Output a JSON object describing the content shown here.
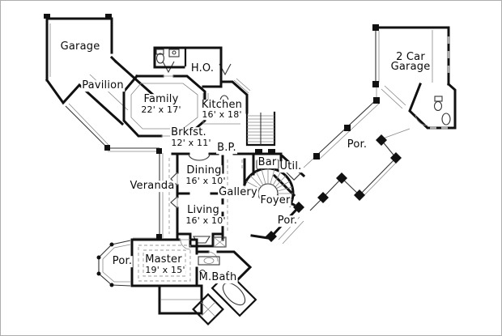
{
  "plan": {
    "background": "#ffffff",
    "line_color": "#111111",
    "rooms": [
      {
        "id": "garage",
        "label": "Garage"
      },
      {
        "id": "pavilion",
        "label": "Pavilion"
      },
      {
        "id": "family",
        "label": "Family",
        "dims": "22' x 17'"
      },
      {
        "id": "ho",
        "label": "H.O."
      },
      {
        "id": "kitchen",
        "label": "Kitchen",
        "dims": "16' x 18'"
      },
      {
        "id": "brkfst",
        "label": "Brkfst.",
        "dims": "12' x 11'"
      },
      {
        "id": "bp",
        "label": "B.P."
      },
      {
        "id": "bar",
        "label": "Bar"
      },
      {
        "id": "util",
        "label": "Util."
      },
      {
        "id": "dining",
        "label": "Dining",
        "dims": "16' x 10'"
      },
      {
        "id": "veranda",
        "label": "Veranda"
      },
      {
        "id": "gallery",
        "label": "Gallery"
      },
      {
        "id": "foyer",
        "label": "Foyer"
      },
      {
        "id": "living",
        "label": "Living",
        "dims": "16' x 10'"
      },
      {
        "id": "porch-front",
        "label": "Por."
      },
      {
        "id": "master",
        "label": "Master",
        "dims": "19' x 15'"
      },
      {
        "id": "porch-master",
        "label": "Por."
      },
      {
        "id": "mbath",
        "label": "M.Bath"
      },
      {
        "id": "garage-2car",
        "label": "2 Car",
        "label2": "Garage"
      },
      {
        "id": "porch-side",
        "label": "Por."
      }
    ]
  }
}
